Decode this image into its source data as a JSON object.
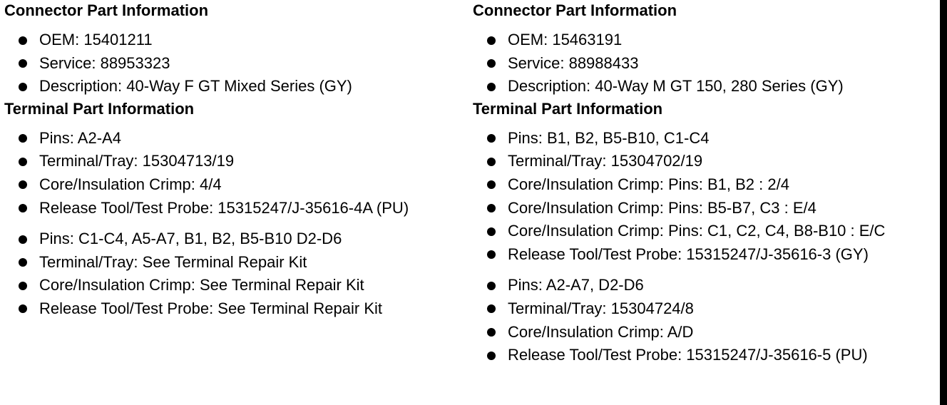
{
  "left": {
    "connector_heading": "Connector Part Information",
    "connector_items": [
      "OEM: 15401211",
      "Service: 88953323",
      "Description: 40-Way F GT Mixed Series (GY)"
    ],
    "terminal_heading": "Terminal Part Information",
    "terminal_group_1": [
      "Pins: A2-A4",
      "Terminal/Tray: 15304713/19",
      "Core/Insulation Crimp: 4/4",
      "Release Tool/Test Probe: 15315247/J-35616-4A (PU)"
    ],
    "terminal_group_2": [
      "Pins: C1-C4, A5-A7, B1, B2, B5-B10 D2-D6",
      "Terminal/Tray: See Terminal Repair Kit",
      "Core/Insulation Crimp: See Terminal Repair Kit",
      "Release Tool/Test Probe: See Terminal Repair Kit"
    ]
  },
  "right": {
    "connector_heading": "Connector Part Information",
    "connector_items": [
      "OEM: 15463191",
      "Service: 88988433",
      "Description: 40-Way M GT 150, 280 Series (GY)"
    ],
    "terminal_heading": "Terminal Part Information",
    "terminal_group_1": [
      "Pins: B1, B2, B5-B10, C1-C4",
      "Terminal/Tray: 15304702/19",
      "Core/Insulation Crimp: Pins: B1, B2 : 2/4",
      "Core/Insulation Crimp: Pins: B5-B7, C3 : E/4",
      "Core/Insulation Crimp: Pins: C1, C2, C4, B8-B10 : E/C",
      "Release Tool/Test Probe: 15315247/J-35616-3 (GY)"
    ],
    "terminal_group_2": [
      "Pins: A2-A7, D2-D6",
      "Terminal/Tray: 15304724/8",
      "Core/Insulation Crimp: A/D",
      "Release Tool/Test Probe: 15315247/J-35616-5 (PU)"
    ]
  }
}
